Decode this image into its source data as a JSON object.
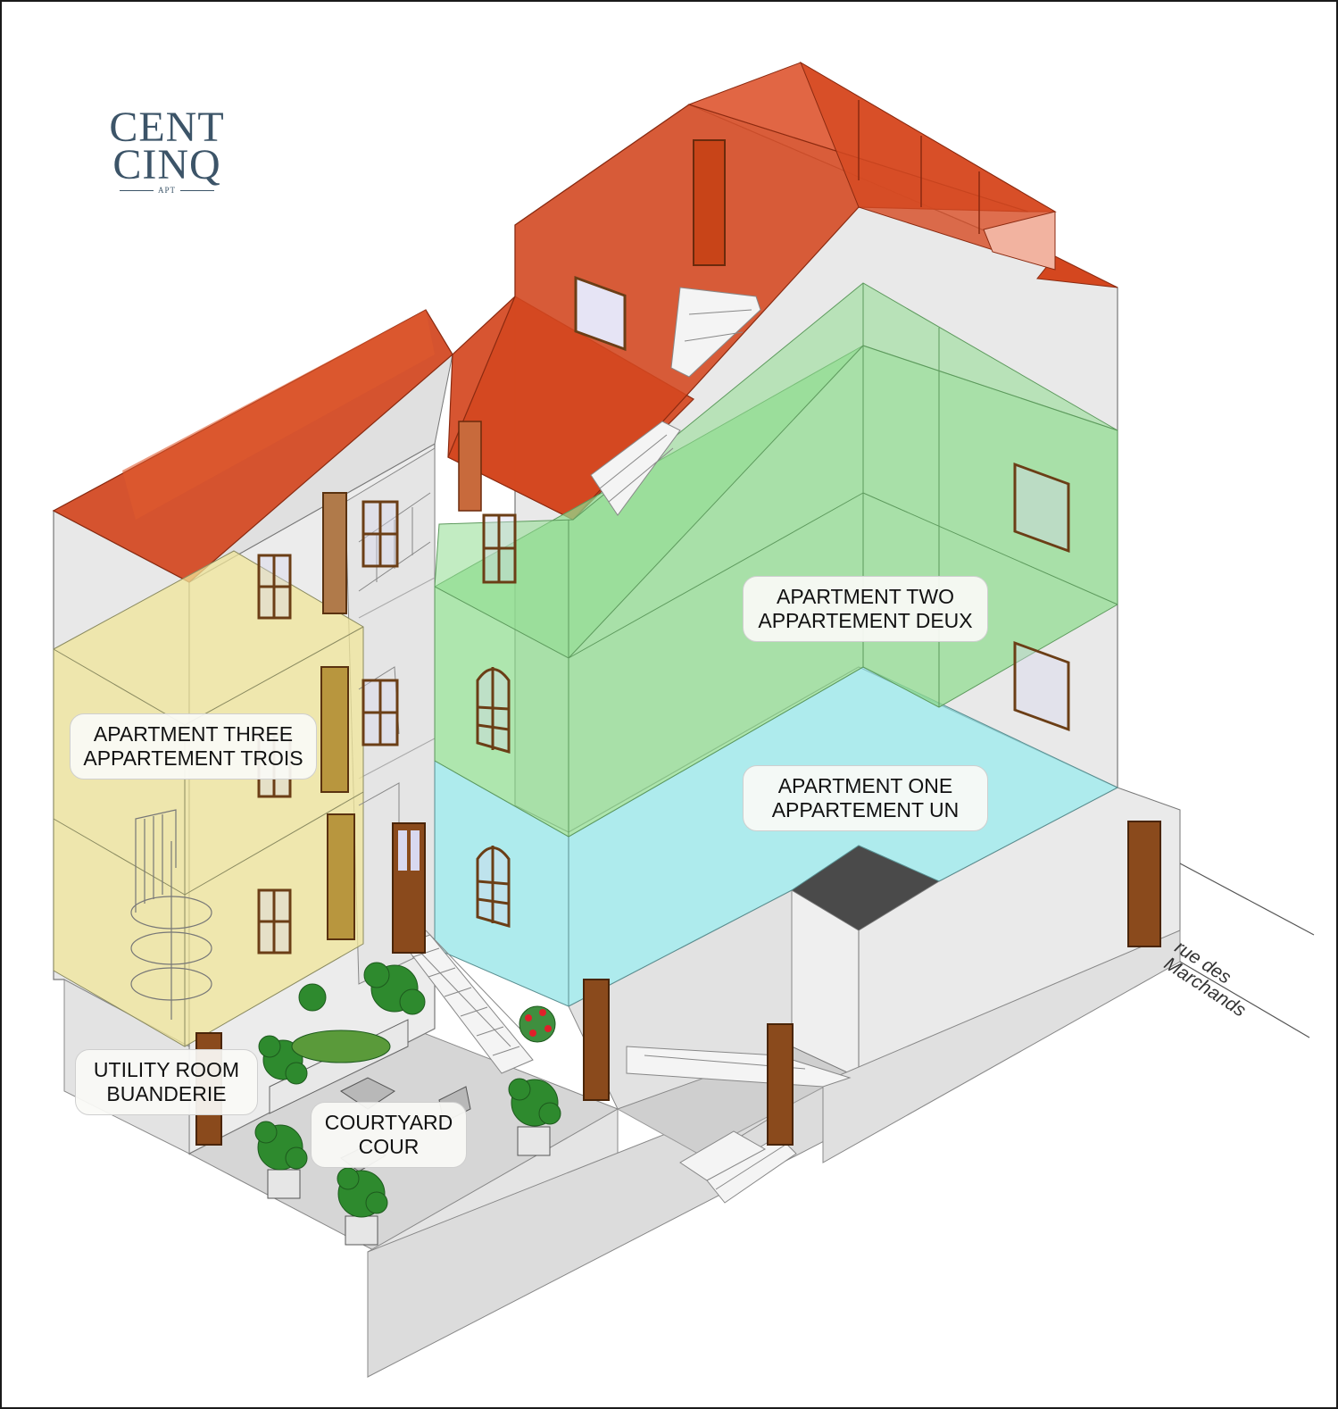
{
  "logo": {
    "line1": "CENT",
    "line2": "CINQ",
    "tagline": "APT",
    "color": "#3c5468"
  },
  "labels": {
    "apartment_two": {
      "en": "APARTMENT TWO",
      "fr": "APPARTEMENT DEUX"
    },
    "apartment_one": {
      "en": "APARTMENT ONE",
      "fr": "APPARTEMENT UN"
    },
    "apartment_three": {
      "en": "APARTMENT THREE",
      "fr": "APPARTEMENT TROIS"
    },
    "utility_room": {
      "en": "UTILITY ROOM",
      "fr": "BUANDERIE"
    },
    "courtyard": {
      "en": "COURTYARD",
      "fr": "COUR"
    }
  },
  "street": {
    "line1": "rue des",
    "line2": "Marchands"
  },
  "colors": {
    "roof": "#d4471f",
    "apartment_two": "#8fdc8f",
    "apartment_one": "#8fe3e6",
    "apartment_three": "#f0e59a",
    "wall": "#e6e6e6",
    "door": "#8a4a1c",
    "window_frame": "#6b3e16",
    "foliage": "#2e8a2e"
  }
}
